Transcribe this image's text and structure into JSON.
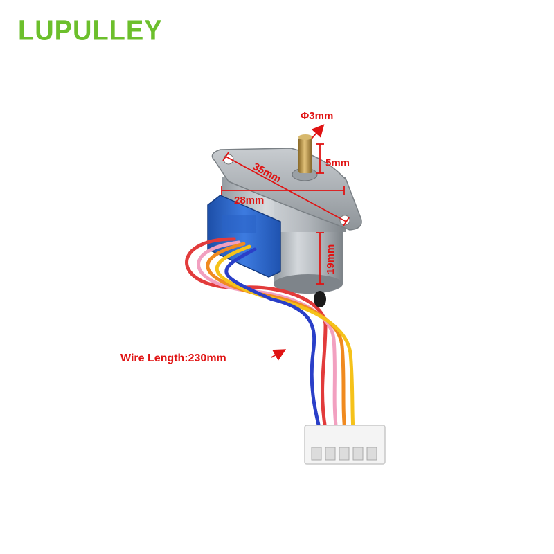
{
  "brand": {
    "name": "LUPULLEY"
  },
  "dimensions": {
    "shaft_diameter": "Φ3mm",
    "shaft_length": "5mm",
    "mount_span": "35mm",
    "body_diameter": "28mm",
    "body_height": "19mm",
    "wire_length": "Wire Length:230mm"
  },
  "colors": {
    "brand": "#6cbf2c",
    "annotation": "#e01313"
  }
}
